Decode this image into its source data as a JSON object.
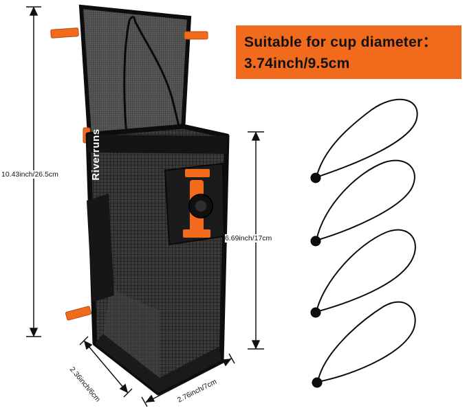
{
  "banner": {
    "line1": "Suitable for cup diameter：",
    "line2": "3.74inch/9.5cm"
  },
  "dimensions": {
    "height_total": "10.43inch/26.5cm",
    "height_pocket": "6.69inch/17cm",
    "depth": "2.36inch/6cm",
    "width": "2.76inch/7cm"
  },
  "product": {
    "brand": "Riverruns"
  },
  "colors": {
    "accent": "#f26a1b",
    "mesh": "#2a2a2a",
    "webbing": "#111111",
    "cord": "#0a0a0a"
  },
  "accessories": {
    "bungee_count": 4
  }
}
